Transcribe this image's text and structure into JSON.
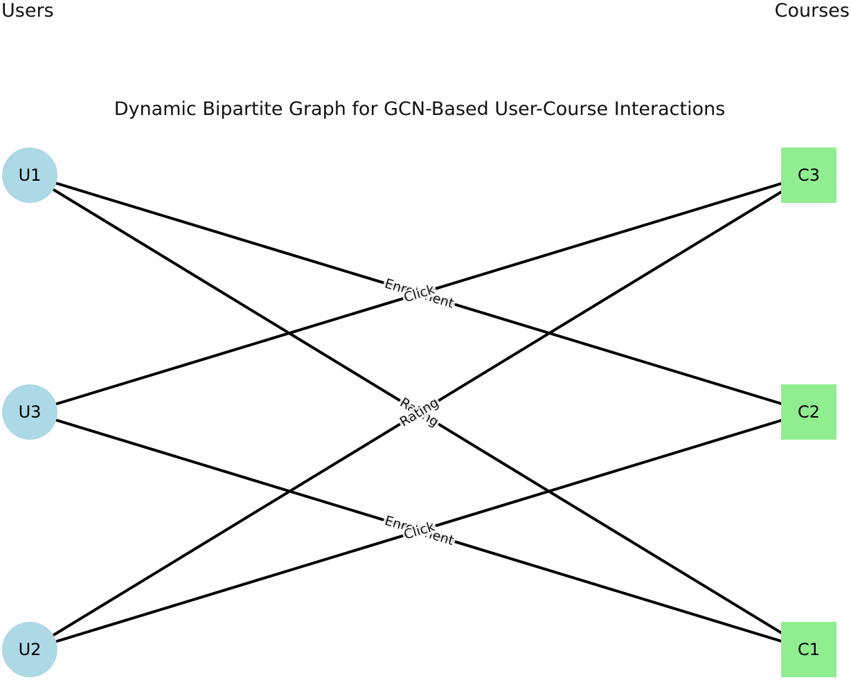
{
  "headers": {
    "left": "Users",
    "right": "Courses"
  },
  "title": "Dynamic Bipartite Graph for GCN-Based User-Course Interactions",
  "colors": {
    "user_node": "#add8e6",
    "course_node": "#90ee90",
    "edge": "#000000"
  },
  "nodes": {
    "users": [
      {
        "id": "U1",
        "label": "U1",
        "shape": "circle"
      },
      {
        "id": "U3",
        "label": "U3",
        "shape": "circle"
      },
      {
        "id": "U2",
        "label": "U2",
        "shape": "circle"
      }
    ],
    "courses": [
      {
        "id": "C3",
        "label": "C3",
        "shape": "square"
      },
      {
        "id": "C2",
        "label": "C2",
        "shape": "square"
      },
      {
        "id": "C1",
        "label": "C1",
        "shape": "square"
      }
    ]
  },
  "edges": [
    {
      "source": "U1",
      "target": "C2",
      "label": "Enrollment"
    },
    {
      "source": "U1",
      "target": "C1",
      "label": "Rating"
    },
    {
      "source": "U3",
      "target": "C3",
      "label": "Click"
    },
    {
      "source": "U3",
      "target": "C1",
      "label": "Enrollment"
    },
    {
      "source": "U2",
      "target": "C3",
      "label": "Rating"
    },
    {
      "source": "U2",
      "target": "C2",
      "label": "Click"
    }
  ]
}
